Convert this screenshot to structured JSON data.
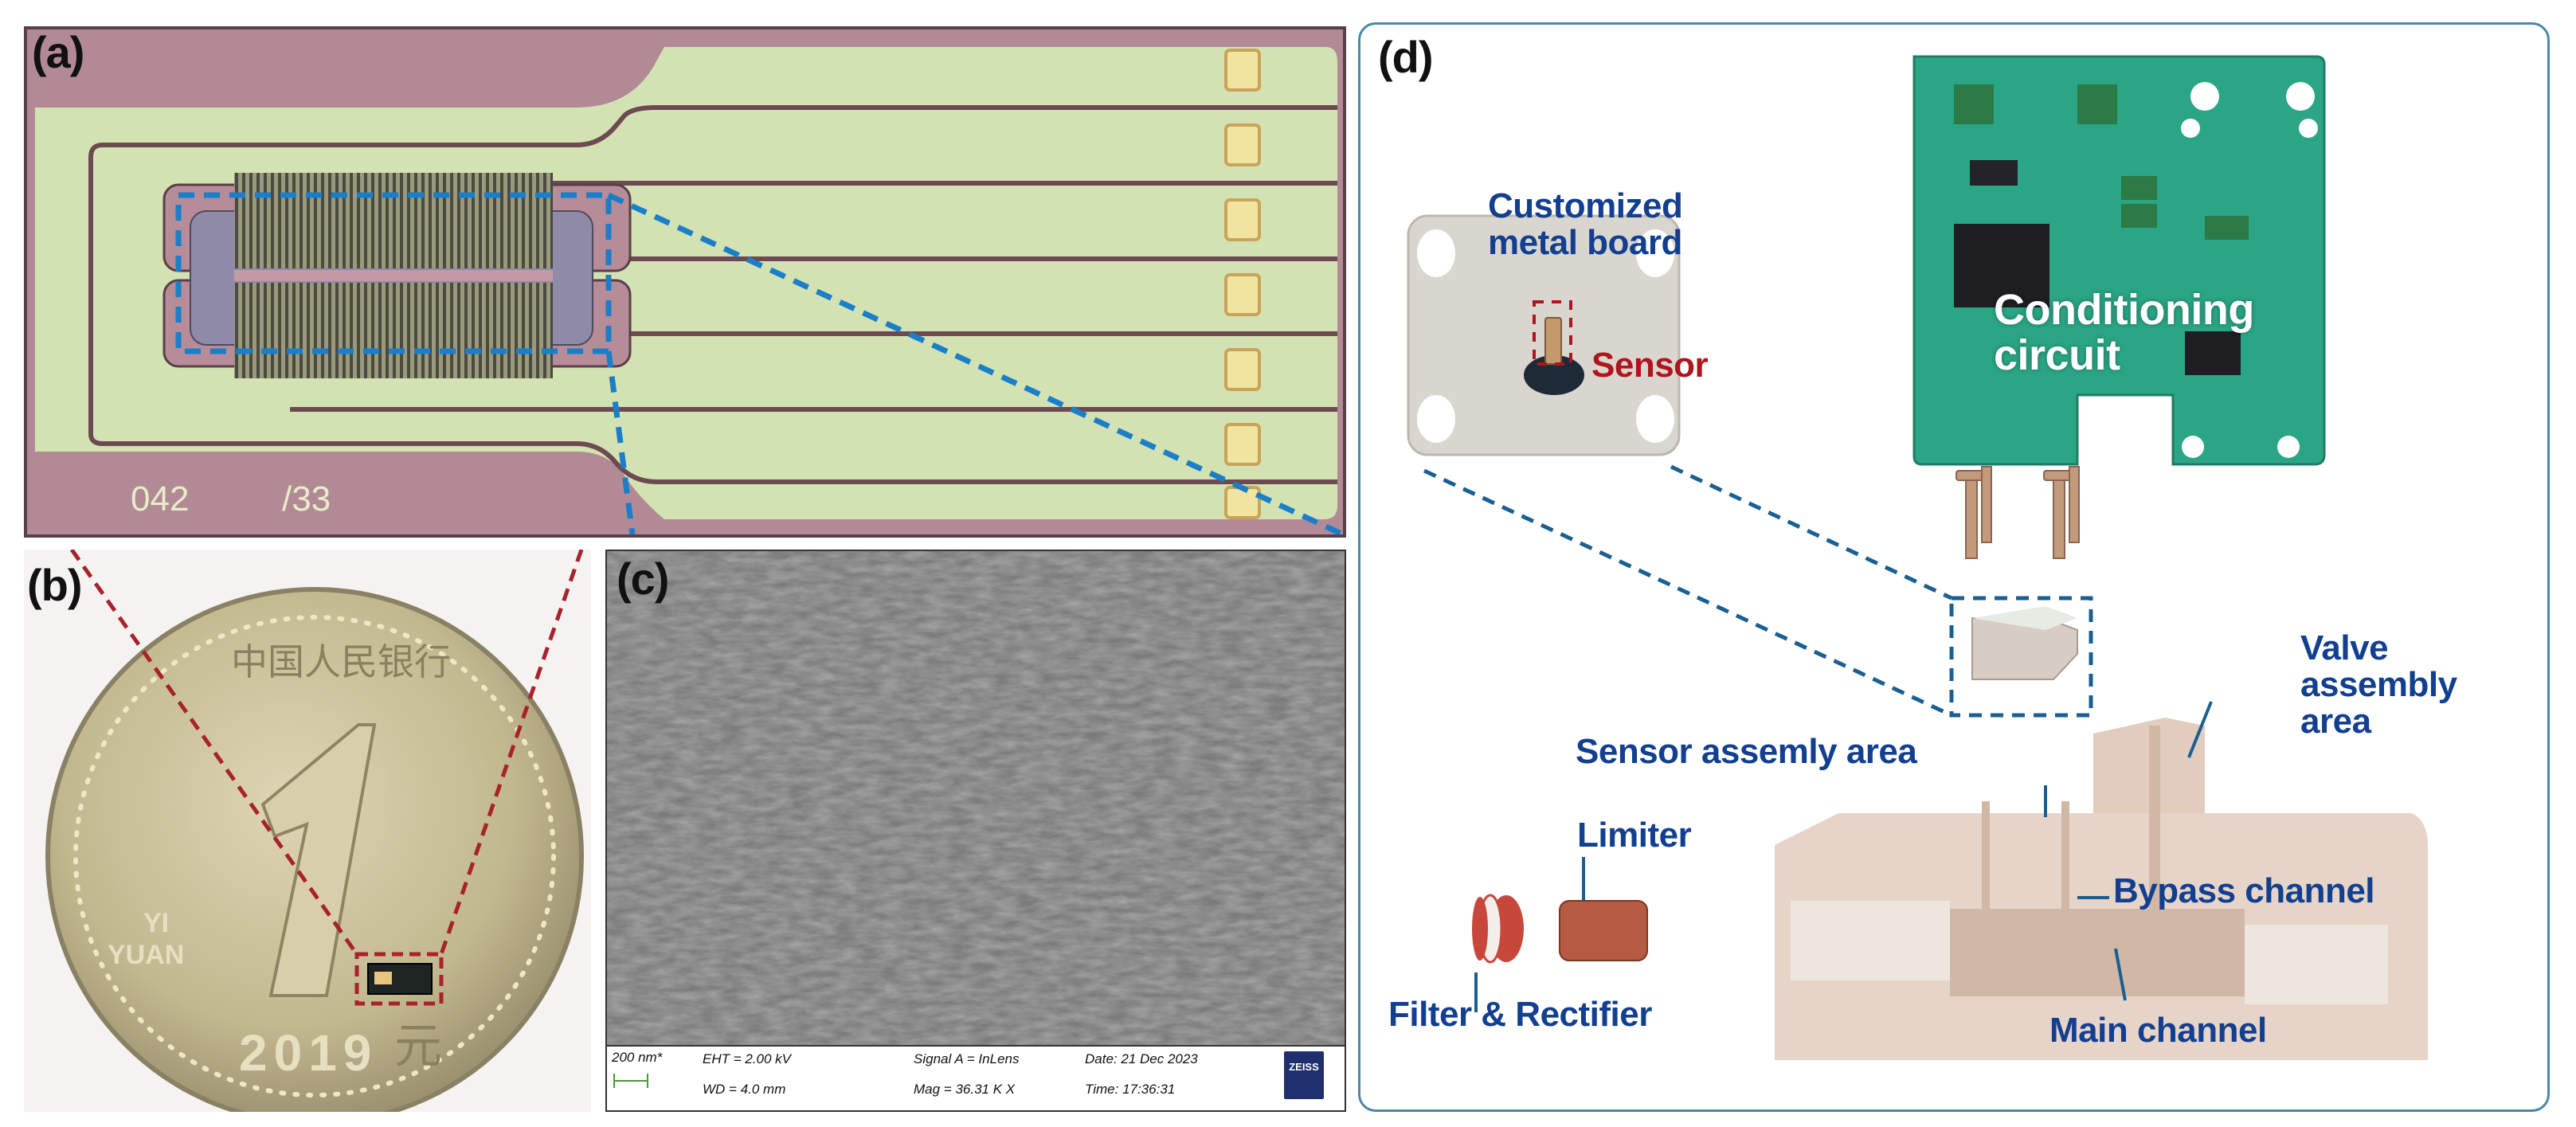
{
  "figure": {
    "panels": {
      "a": {
        "label": "(a)",
        "description": "Optical micrograph of sensor chip with interdigitated heater/thermopile structures and bond pads",
        "chip_marking_left": "042",
        "chip_marking_right": "/33",
        "bond_pad_count": 7,
        "colors": {
          "substrate": "#b28a96",
          "metal": "#d3e2b2",
          "pad": "#f1e3a0",
          "membrane": "#8e8aa8",
          "zoom_box": "#1a7fc8"
        }
      },
      "b": {
        "label": "(b)",
        "description": "Packaged sensor chip placed on a 1 yuan coin for scale",
        "coin_text_top": "中国人民银行",
        "coin_denomination": "1",
        "coin_text_left_line1": "YI",
        "coin_text_left_line2": "YUAN",
        "coin_text_right": "元",
        "coin_year": "2019",
        "colors": {
          "coin": "#c9bf9a",
          "highlight_box": "#a8222a"
        }
      },
      "c": {
        "label": "(c)",
        "description": "SEM image of porous surface",
        "scale_bar": "200 nm*",
        "eht": "EHT = 2.00 kV",
        "wd": "WD = 4.0 mm",
        "signal": "Signal A = InLens",
        "mag": "Mag = 36.31 K X",
        "date": "Date: 21 Dec 2023",
        "time": "Time: 17:36:31",
        "logo": "ZEISS"
      },
      "d": {
        "label": "(d)",
        "description": "Exploded view of flow sensor assembly",
        "labels": {
          "metal_board_line1": "Customized",
          "metal_board_line2": "metal board",
          "sensor": "Sensor",
          "conditioning_line1": "Conditioning",
          "conditioning_line2": "circuit",
          "valve_line1": "Valve",
          "valve_line2": "assembly",
          "valve_line3": "area",
          "sensor_area": "Sensor assemly area",
          "limiter": "Limiter",
          "bypass": "Bypass channel",
          "filter": "Filter & Rectifier",
          "main": "Main channel"
        },
        "colors": {
          "label_blue": "#123f8f",
          "label_red": "#b0141c",
          "pcb": "#2aa585",
          "body": "#dcc6b4",
          "limiter": "#b65a44",
          "border": "#4b87a8"
        }
      }
    }
  }
}
